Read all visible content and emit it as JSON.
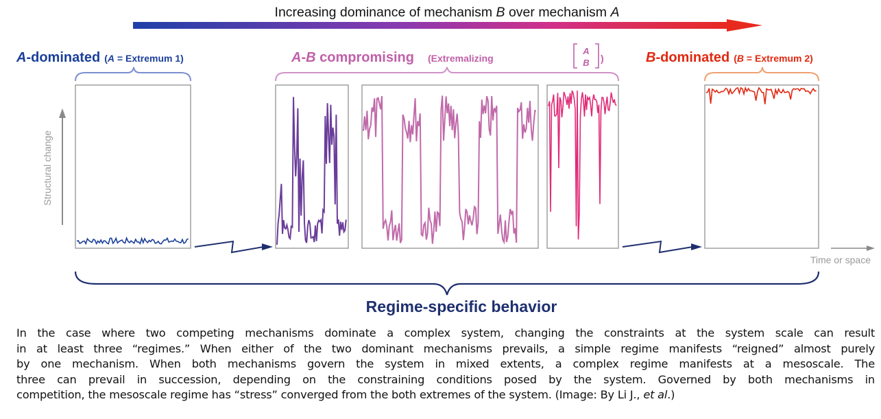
{
  "header": {
    "arrow_label_pre": "Increasing dominance of mechanism ",
    "arrow_label_b": "B",
    "arrow_label_mid": " over mechanism ",
    "arrow_label_a": "A"
  },
  "regime_a": {
    "letter": "A",
    "title": "-dominated",
    "paren_open": "(",
    "paren_letter": "A",
    "paren_rest": " = Extremum 1)"
  },
  "regime_ab": {
    "letter_a": "A",
    "dash": "-",
    "letter_b": "B",
    "title": " compromising",
    "paren_text": "(Extremalizing ",
    "matrix_top": "A",
    "matrix_bottom": "B",
    "paren_close": ")"
  },
  "regime_b": {
    "letter": "B",
    "title": "-dominated",
    "paren_open": "(",
    "paren_letter": "B",
    "paren_rest": " = Extremum 2)"
  },
  "axes": {
    "y_label": "Structural change",
    "x_label": "Time or space"
  },
  "bottom_label": "Regime-specific behavior",
  "caption": {
    "line1": "In the case where two competing mechanisms dominate a complex system, changing the constraints at the system scale can result",
    "line2": "in at least three “regimes.” When either of the two dominant mechanisms prevails, a simple regime manifests “reigned” almost purely",
    "line3": "by one mechanism. When both mechanisms govern the system in mixed extents, a complex regime manifests at a mesoscale. The",
    "line4": "three can prevail in succession, depending on the constraining conditions posed by the system. Governed by both mechanisms in",
    "line5_pre": "competition, the mesoscale regime has “stress” converged from the both extremes of the system. (Image: By Li J., ",
    "line5_em": "et al",
    "line5_post": ".)"
  },
  "colors": {
    "blue": "#1b3f9a",
    "violet": "#6a3d9a",
    "pink": "#c060a8",
    "magenta": "#e02a78",
    "red": "#e02810",
    "gray": "#8a8a8a",
    "navy": "#1e2f6e"
  }
}
